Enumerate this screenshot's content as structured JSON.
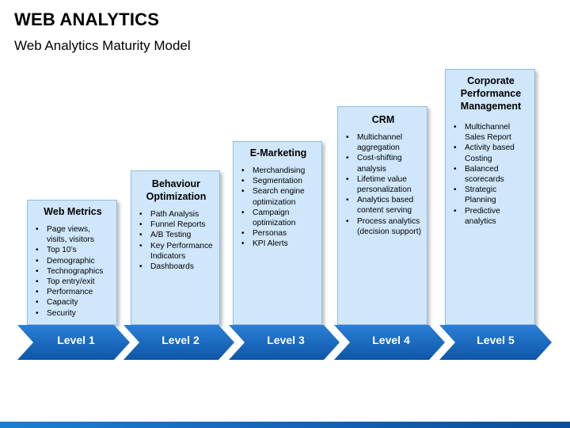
{
  "title": "WEB ANALYTICS",
  "subtitle": "Web Analytics Maturity Model",
  "levels": [
    {
      "label": "Level 1",
      "heading": "Web Metrics",
      "items": [
        "Page views, visits, visitors",
        "Top 10’s",
        "Demographic",
        "Technographics",
        "Top entry/exit",
        "Performance",
        "Capacity",
        "Security"
      ]
    },
    {
      "label": "Level 2",
      "heading": "Behaviour Optimization",
      "items": [
        "Path Analysis",
        "Funnel Reports",
        "A/B Testing",
        "Key Performance Indicators",
        "Dashboards"
      ]
    },
    {
      "label": "Level 3",
      "heading": "E-Marketing",
      "items": [
        "Merchandising",
        "Segmentation",
        "Search engine optimization",
        "Campaign optimization",
        "Personas",
        "KPI Alerts"
      ]
    },
    {
      "label": "Level 4",
      "heading": "CRM",
      "items": [
        "Multichannel aggregation",
        "Cost-shifting analysis",
        "Lifetime value personalization",
        "Analytics based content serving",
        "Process analytics (decision support)"
      ]
    },
    {
      "label": "Level 5",
      "heading": "Corporate Performance Management",
      "items": [
        "Multichannel Sales Report",
        "Activity based Costing",
        "Balanced scorecards",
        "Strategic Planning",
        "Predictive analytics"
      ]
    }
  ],
  "colors": {
    "card_fill": "#cfe6fb",
    "arrow_blue": "#1467c0",
    "arrow_text": "#ffffff"
  }
}
